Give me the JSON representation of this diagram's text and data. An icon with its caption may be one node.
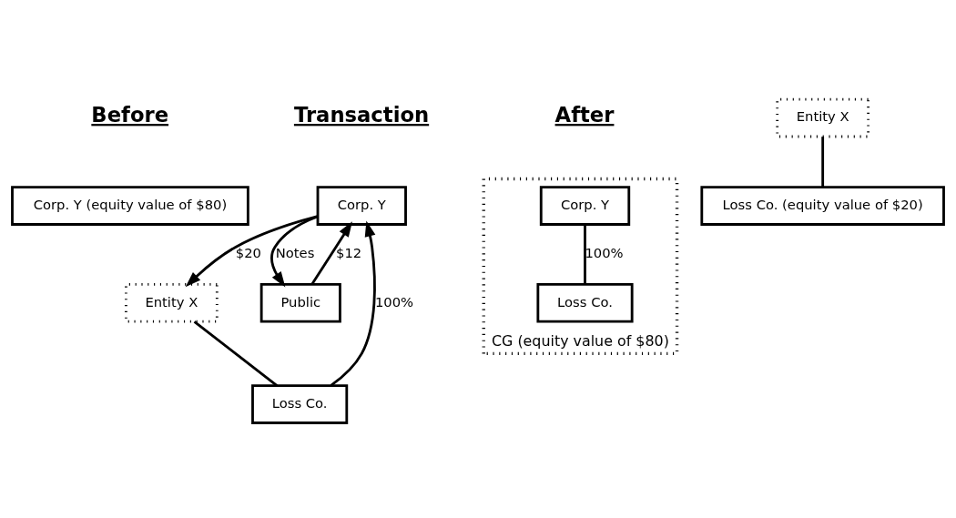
{
  "diagram": {
    "nodes": [
      {
        "text": [
          "Corp. Y (equity value of $80)"
        ]
      },
      {
        "text": [
          "Entity X"
        ]
      },
      {
        "text": [
          "Loss Co. (equity value of $20)"
        ]
      },
      {
        "text": [
          "Entity X"
        ]
      },
      {
        "text": [
          "Corp. Y"
        ]
      },
      {
        "text": [
          "Loss Co."
        ]
      },
      {
        "text": [
          "Public"
        ]
      },
      {
        "text": [
          "CG (equity value of $80)"
        ]
      },
      {
        "text": [
          "Corp. Y"
        ],
        "in": 7
      },
      {
        "text": [
          "Loss Co."
        ],
        "in": 7
      }
    ],
    "edges": [
      {
        "from": 1,
        "to": 2,
        "arrow": "none"
      },
      {
        "from": 4,
        "to": 3,
        "arrow": "to",
        "label": "$20"
      },
      {
        "from": 3,
        "to": 5,
        "arrow": "none"
      },
      {
        "from": 5,
        "to": 4,
        "arrow": "to",
        "label": "100%"
      },
      {
        "from": 4,
        "to": 6,
        "arrow": "to",
        "label": "Notes"
      },
      {
        "from": 6,
        "to": 4,
        "arrow": "to",
        "label": "$12"
      },
      {
        "from": 8,
        "to": 9,
        "arrow": "none",
        "label": "100%"
      }
    ],
    "labels": [
      "Before",
      "Transaction",
      "After"
    ]
  }
}
